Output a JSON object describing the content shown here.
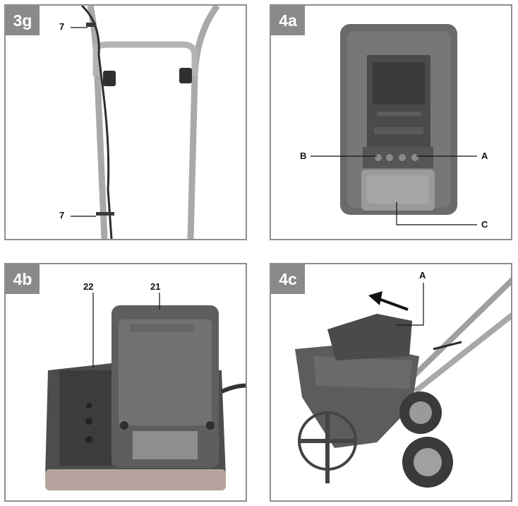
{
  "panels": {
    "p3g": {
      "tag": "3g",
      "callouts": {
        "top": "7",
        "bottom": "7"
      }
    },
    "p4a": {
      "tag": "4a",
      "callouts": {
        "b": "B",
        "a": "A",
        "c": "C"
      }
    },
    "p4b": {
      "tag": "4b",
      "callouts": {
        "charger": "22",
        "battery": "21"
      }
    },
    "p4c": {
      "tag": "4c",
      "callouts": {
        "a": "A"
      }
    }
  },
  "colors": {
    "frame": "#8f8f8f",
    "tag_bg": "#8a8a8a",
    "plastic_dark": "#5b5b5b",
    "plastic_mid": "#7a7a7a",
    "metal": "#b8b8b8",
    "charger_accent": "#c8a8a0"
  }
}
